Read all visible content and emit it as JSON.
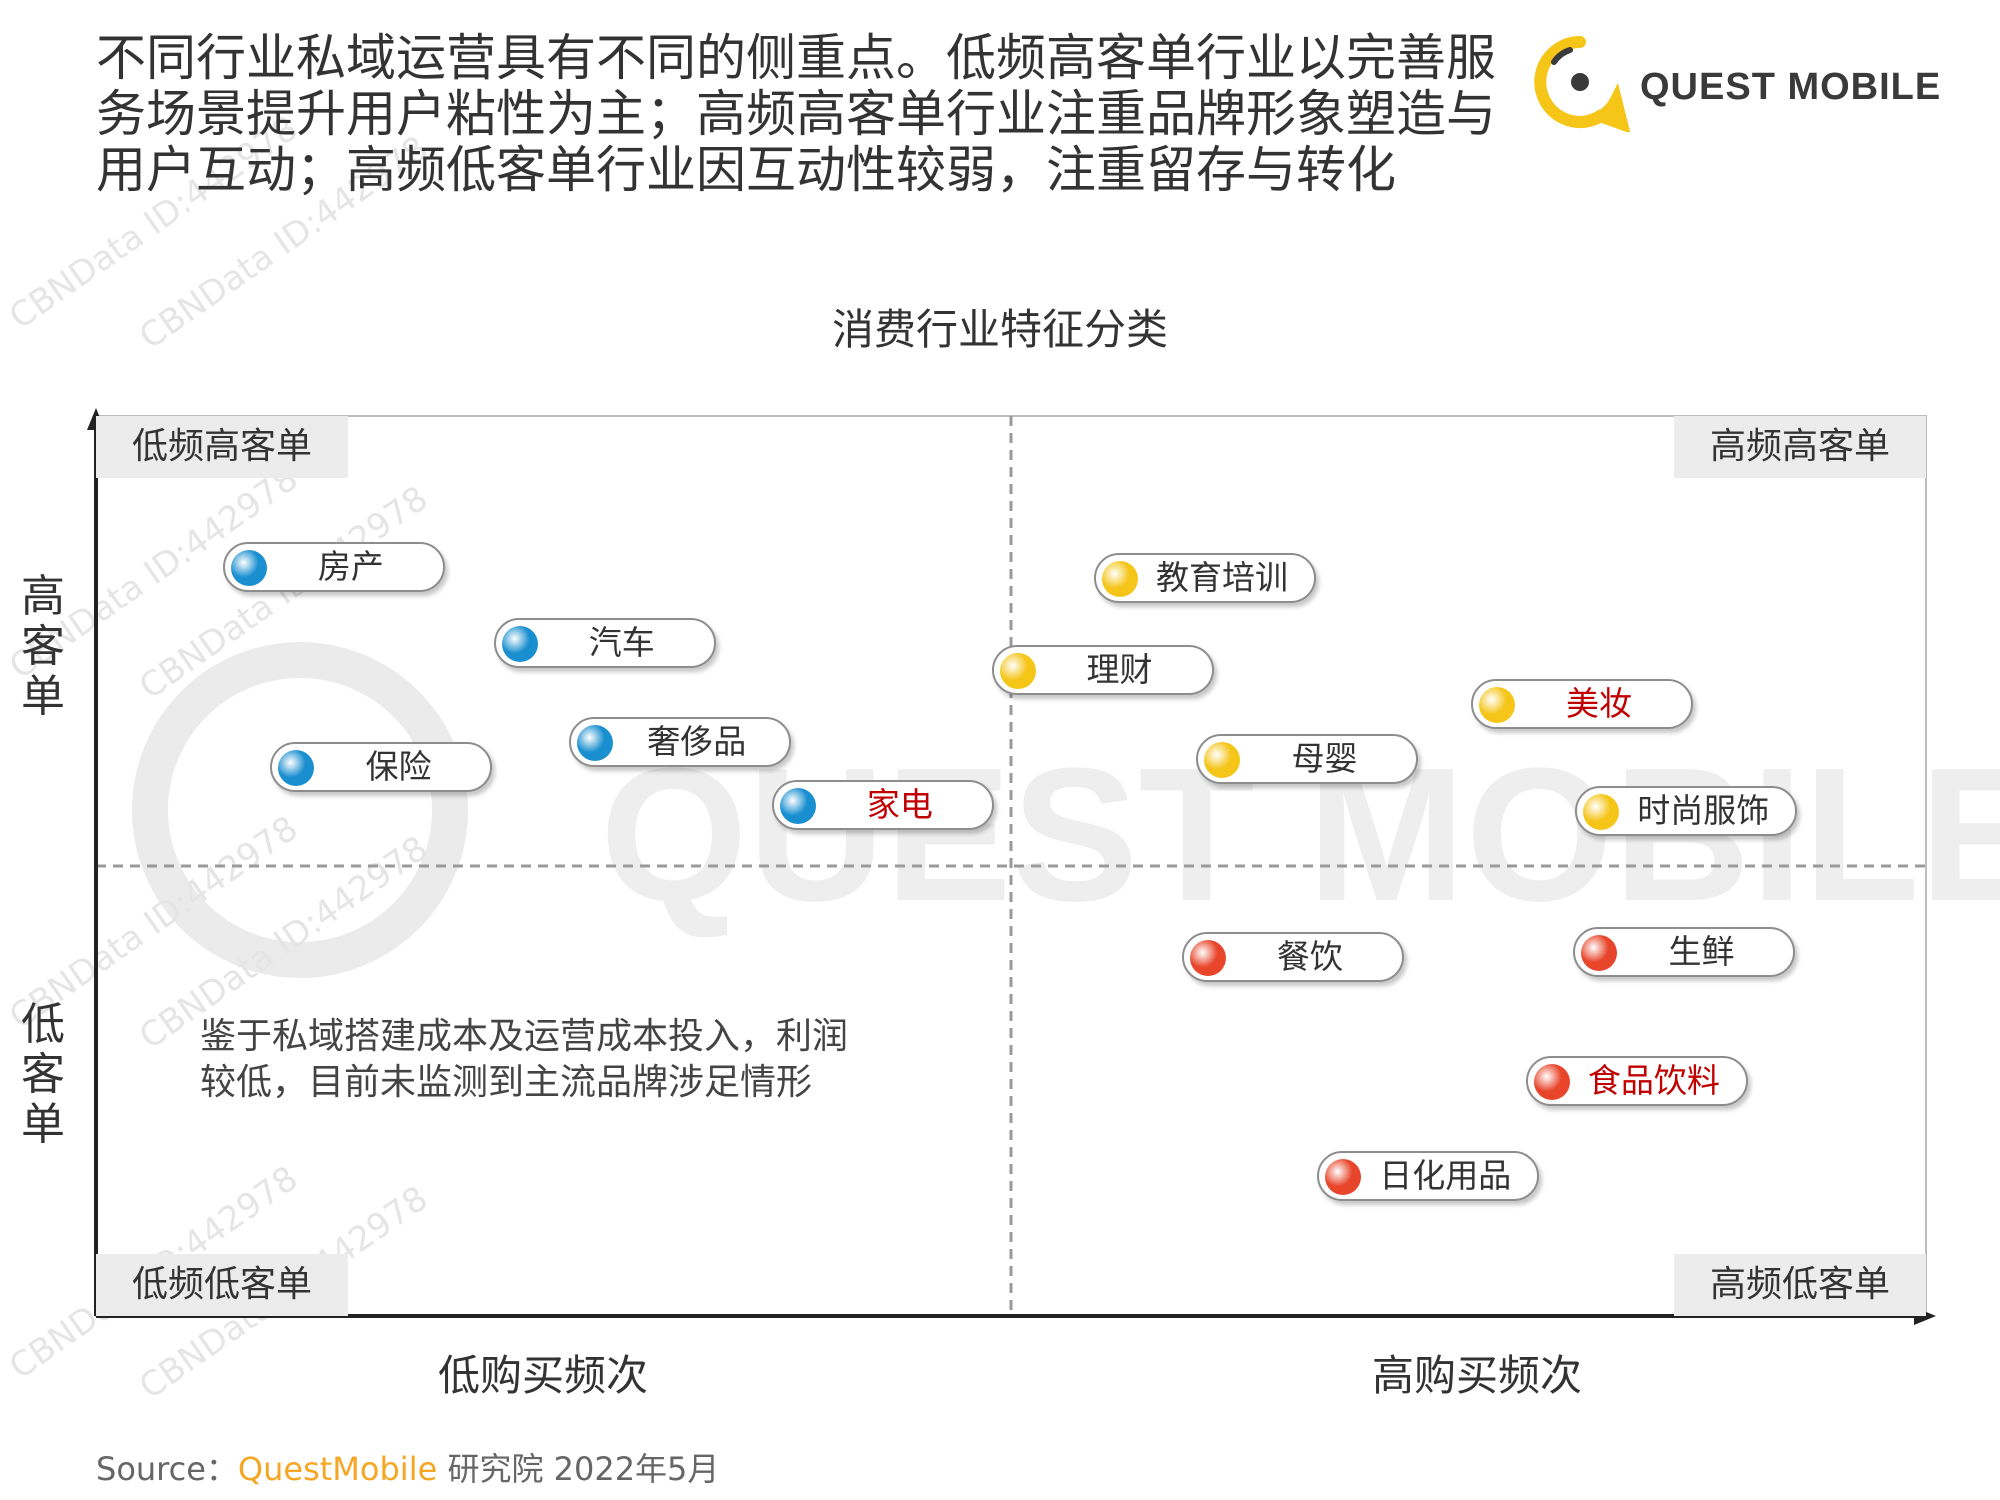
{
  "headline": {
    "line1": "不同行业私域运营具有不同的侧重点。低频高客单行业以完善服",
    "line2": "务场景提升用户粘性为主；高频高客单行业注重品牌形象塑造与",
    "line3": "用户互动；高频低客单行业因互动性较弱，注重留存与转化"
  },
  "logo": {
    "text": "QUEST MOBILE",
    "accent_color": "#f5c518",
    "dot_color": "#3a3a3a"
  },
  "watermark": {
    "text": "QUEST MOBILE",
    "repeat_text": "CBNData ID:442978"
  },
  "chart_data": {
    "type": "scatter",
    "title": "消费行业特征分类",
    "xlabel_low": "低购买频次",
    "xlabel_high": "高购买频次",
    "ylabel_high": "高客单",
    "ylabel_low": "低客单",
    "quadrants": {
      "top_left": "低频高客单",
      "top_right": "高频高客单",
      "bottom_left": "低频低客单",
      "bottom_right": "高频低客单"
    },
    "note": {
      "line1": "鉴于私域搭建成本及运营成本投入，利润",
      "line2": "较低，目前未监测到主流品牌涉足情形"
    },
    "axis_note": "Positions are relative: x = purchase frequency (0 low – 1 high), y = ticket size (0 low – 1 high); divider at 0.5",
    "xlim": [
      0,
      1
    ],
    "ylim": [
      0,
      1
    ],
    "colors": {
      "blue": "#1a8fd0",
      "yellow": "#f5c518",
      "red": "#e8452a",
      "highlight_text": "#c00000",
      "normal_text": "#333333"
    },
    "points": [
      {
        "label": "房产",
        "x": 0.13,
        "y": 0.832,
        "color": "blue",
        "highlight": false
      },
      {
        "label": "汽车",
        "x": 0.278,
        "y": 0.748,
        "color": "blue",
        "highlight": false
      },
      {
        "label": "保险",
        "x": 0.156,
        "y": 0.61,
        "color": "blue",
        "highlight": false
      },
      {
        "label": "奢侈品",
        "x": 0.319,
        "y": 0.638,
        "color": "blue",
        "highlight": false
      },
      {
        "label": "家电",
        "x": 0.43,
        "y": 0.568,
        "color": "blue",
        "highlight": true
      },
      {
        "label": "教育培训",
        "x": 0.606,
        "y": 0.82,
        "color": "yellow",
        "highlight": false
      },
      {
        "label": "理财",
        "x": 0.55,
        "y": 0.718,
        "color": "yellow",
        "highlight": false
      },
      {
        "label": "美妆",
        "x": 0.812,
        "y": 0.68,
        "color": "yellow",
        "highlight": true
      },
      {
        "label": "母婴",
        "x": 0.662,
        "y": 0.619,
        "color": "yellow",
        "highlight": false
      },
      {
        "label": "时尚服饰",
        "x": 0.869,
        "y": 0.561,
        "color": "yellow",
        "highlight": false
      },
      {
        "label": "餐饮",
        "x": 0.654,
        "y": 0.399,
        "color": "red",
        "highlight": false
      },
      {
        "label": "生鲜",
        "x": 0.868,
        "y": 0.404,
        "color": "red",
        "highlight": false
      },
      {
        "label": "食品饮料",
        "x": 0.842,
        "y": 0.261,
        "color": "red",
        "highlight": true
      },
      {
        "label": "日化用品",
        "x": 0.728,
        "y": 0.156,
        "color": "red",
        "highlight": false
      }
    ]
  },
  "source": {
    "prefix": "Source：",
    "brand": "QuestMobile",
    "suffix": " 研究院 2022年5月"
  }
}
